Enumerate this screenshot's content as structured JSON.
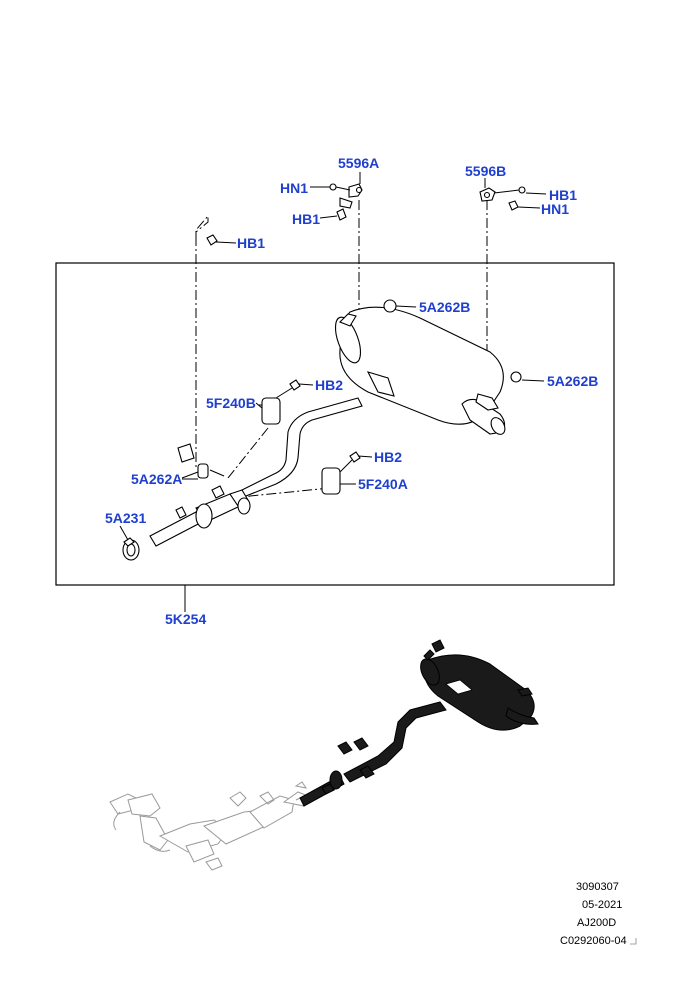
{
  "callouts": {
    "c5596A": "5596A",
    "c5596B": "5596B",
    "hn1_left": "HN1",
    "hb1_left": "HB1",
    "hb1_right": "HB1",
    "hn1_right": "HN1",
    "hb1_bracket": "HB1",
    "c5A262B_top": "5A262B",
    "c5A262B_right": "5A262B",
    "hb2_left": "HB2",
    "c5F240B": "5F240B",
    "hb2_right": "HB2",
    "c5A262A": "5A262A",
    "c5F240A": "5F240A",
    "c5A231": "5A231",
    "c5K254": "5K254"
  },
  "reference": {
    "line1": "3090307",
    "line2": "05-2021",
    "line3": "AJ200D",
    "line4": "C0292060-04"
  },
  "colors": {
    "callout": "#1f3fcf",
    "line": "#000000",
    "context_grey": "#9a9a9a",
    "highlight_dark": "#1a1a1a"
  }
}
